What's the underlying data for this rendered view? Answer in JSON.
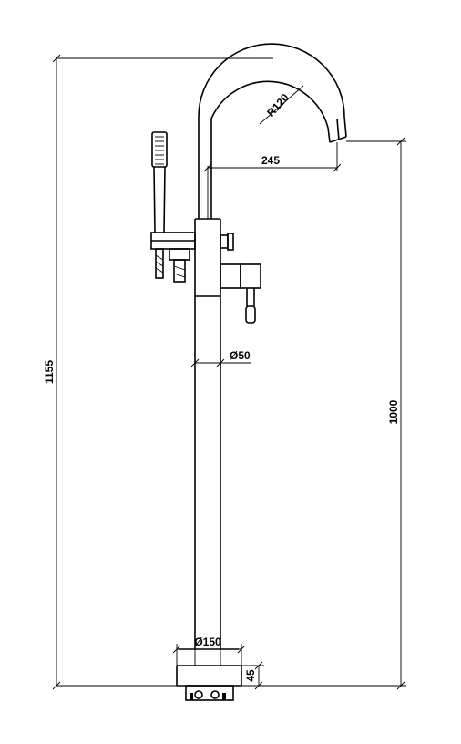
{
  "diagram": {
    "dimensions": {
      "total_height": "1155",
      "spout_height": "1000",
      "spout_reach": "245",
      "spout_radius": "R120",
      "pipe_diameter": "Ø50",
      "base_diameter": "Ø150",
      "base_height": "45"
    }
  }
}
